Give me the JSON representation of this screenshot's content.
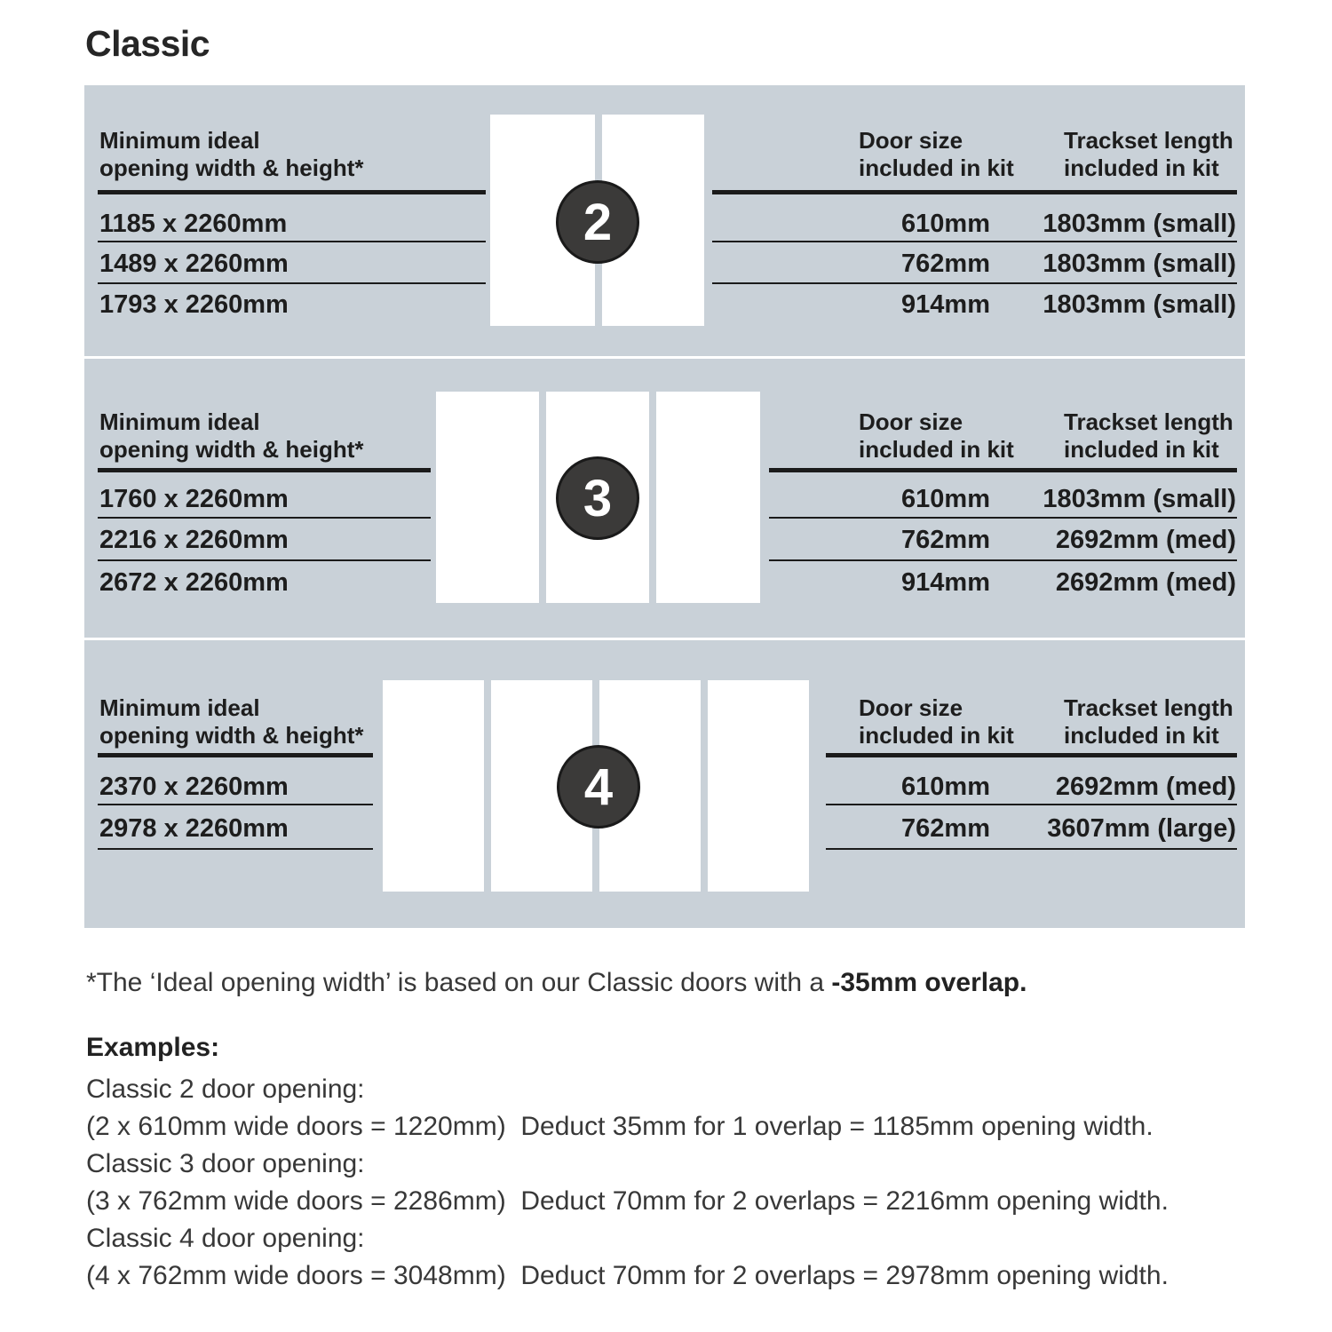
{
  "title": "Classic",
  "headers": {
    "left1": "Minimum ideal",
    "left2": "opening width & height*",
    "door1": "Door size",
    "door2": "included in kit",
    "track1": "Trackset length",
    "track2": "included in kit"
  },
  "sections": [
    {
      "badge": "2",
      "door_count": 2,
      "left_rows": [
        "1185 x 2260mm",
        "1489 x 2260mm",
        "1793 x 2260mm"
      ],
      "rows": [
        {
          "door": "610mm",
          "track": "1803mm (small)"
        },
        {
          "door": "762mm",
          "track": "1803mm (small)"
        },
        {
          "door": "914mm",
          "track": "1803mm (small)"
        }
      ]
    },
    {
      "badge": "3",
      "door_count": 3,
      "left_rows": [
        "1760 x 2260mm",
        "2216 x 2260mm",
        "2672 x 2260mm"
      ],
      "rows": [
        {
          "door": "610mm",
          "track": "1803mm (small)"
        },
        {
          "door": "762mm",
          "track": "2692mm (med)"
        },
        {
          "door": "914mm",
          "track": "2692mm (med)"
        }
      ]
    },
    {
      "badge": "4",
      "door_count": 4,
      "left_rows": [
        "2370 x 2260mm",
        "2978 x 2260mm"
      ],
      "rows": [
        {
          "door": "610mm",
          "track": "2692mm (med)"
        },
        {
          "door": "762mm",
          "track": "3607mm (large)"
        }
      ]
    }
  ],
  "footnote": {
    "normal": "*The ‘Ideal opening width’ is based on our Classic doors with a ",
    "bold": "-35mm overlap."
  },
  "examples": {
    "heading": "Examples:",
    "lines": [
      "Classic 2 door opening:",
      "(2 x 610mm wide doors = 1220mm)  Deduct 35mm for 1 overlap = 1185mm opening width.",
      "Classic 3 door opening:",
      "(3 x 762mm wide doors = 2286mm)  Deduct 70mm for 2 overlaps = 2216mm opening width.",
      "Classic 4 door opening:",
      "(4 x 762mm wide doors = 3048mm)  Deduct 70mm for 2 overlaps = 2978mm opening width."
    ]
  },
  "colors": {
    "panel_bg": "#c9d1d8",
    "badge_bg": "#3b3a39",
    "rule": "#1b1b1b",
    "door_white": "#ffffff"
  }
}
